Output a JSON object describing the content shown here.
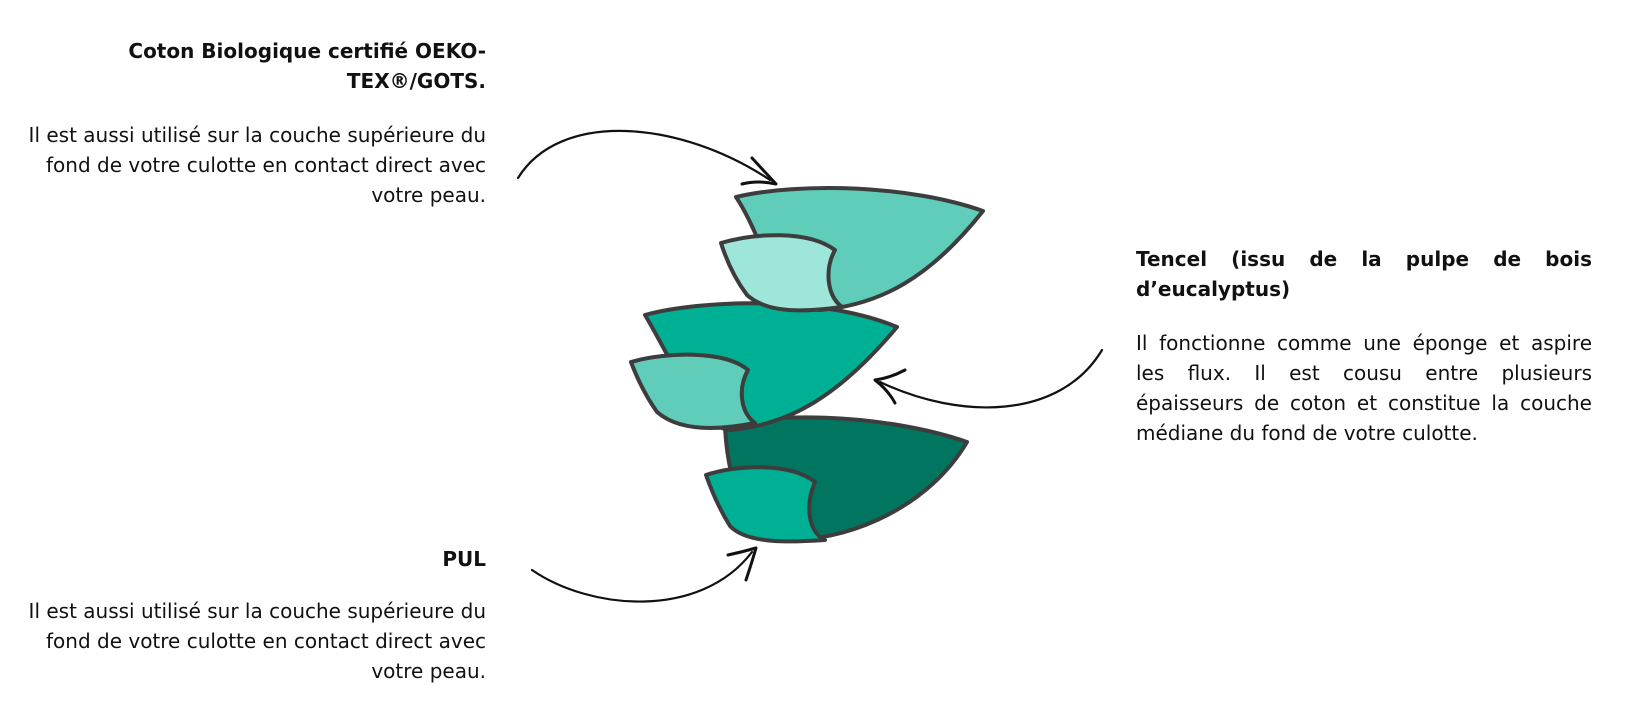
{
  "colors": {
    "layer_top_outer": "#5fcdb9",
    "layer_top_inner": "#9de6d9",
    "layer_mid_outer": "#00b094",
    "layer_mid_inner": "#5fcdb9",
    "layer_bot_outer": "#00755f",
    "layer_bot_inner": "#00b094",
    "outline": "#3d3d3d",
    "arrow": "#111111"
  },
  "blocks": {
    "coton": {
      "title": "Coton Biologique certifié OEKO-TEX®/GOTS.",
      "body": "Il est aussi utilisé sur la couche supérieure du fond de votre culotte en contact direct avec votre peau."
    },
    "tencel": {
      "title": "Tencel (issu de la pulpe de bois d’eucalyptus)",
      "body": "Il fonctionne comme une éponge et aspire les flux. Il est cousu entre plusieurs épaisseurs de coton et constitue la couche médiane du fond de votre culotte."
    },
    "pul": {
      "title": "PUL",
      "body": "Il est aussi utilisé sur la couche supérieure du fond de votre culotte en contact direct avec votre peau."
    }
  }
}
